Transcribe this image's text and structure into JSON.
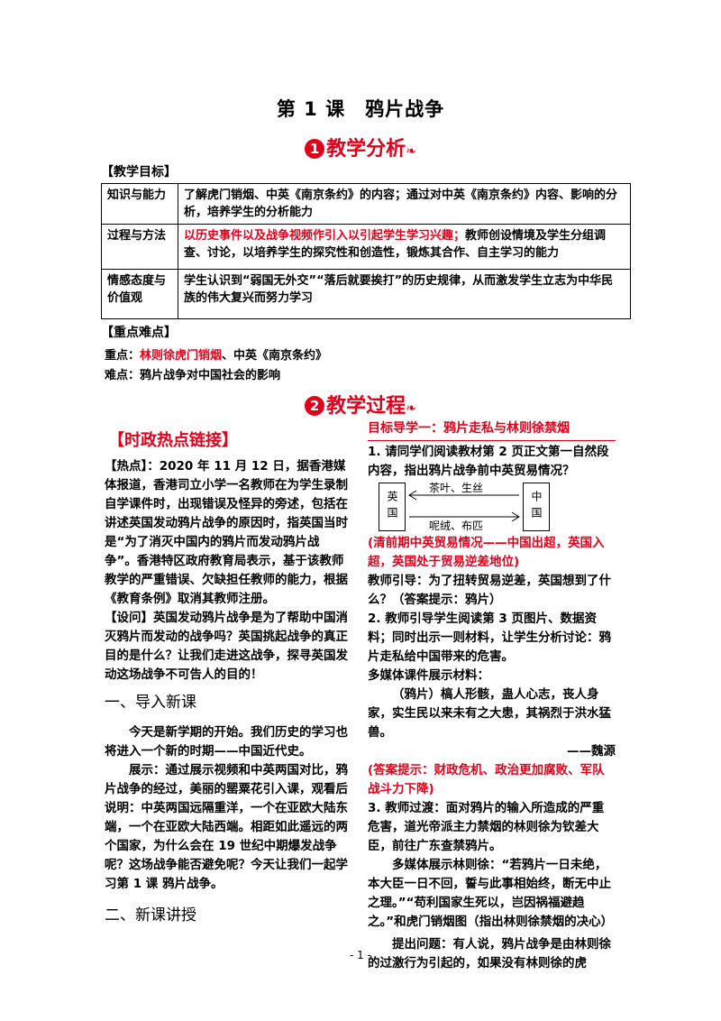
{
  "title": "第 1 课　鸦片战争",
  "section1": {
    "num": "1",
    "label": "教学分析"
  },
  "section2": {
    "num": "2",
    "label": "教学过程"
  },
  "objectives": {
    "heading": "【教学目标】",
    "rows": [
      {
        "key": "知识与能力",
        "value": "了解虎门销烟、中英《南京条约》的内容；通过对中英《南京条约》内容、影响的分析，培养学生的分析能力"
      },
      {
        "key": "过程与方法",
        "value_red": "以历史事件以及战争视频作引入以引起学生学习兴趣；",
        "value": "教师创设情境及学生分组调查、讨论，以培养学生的探究性和创造性，锻炼其合作、自主学习的能力"
      },
      {
        "key": "情感态度与价值观",
        "value": "学生认识到“弱国无外交”“落后就要挨打”的历史规律，从而激发学生立志为中华民族的伟大复兴而努力学习"
      }
    ]
  },
  "keypoints": {
    "heading": "【重点难点】",
    "key_label": "重点：",
    "key_red": "林则徐虎门销烟",
    "key_rest": "、中英《南京条约》",
    "diff_label": "难点：",
    "diff_text": "鸦片战争对中国社会的影响"
  },
  "left": {
    "hot_title": "【时政热点链接】",
    "hot_label": "【热点】",
    "hot_text": "：2020 年 11 月 12 日，据香港媒体报道，香港司立小学一名教师在为学生录制自学课件时，出现错误及怪异的旁述，包括在讲述英国发动鸦片战争的原因时，指英国当时是“为了消灭中国内的鸦片而发动鸦片战争”。香港特区政府教育局表示，基于该教师教学的严重错误、欠缺担任教师的能力，根据《教育条例》取消其教师注册。",
    "q_label": "【设问】",
    "q_text": "英国发动鸦片战争是为了帮助中国消灭鸦片而发动的战争吗？英国挑起战争的真正目的是什么？让我们走进这战争，探寻英国发动这场战争不可告人的目的！",
    "h_intro": "一、导入新课",
    "intro_p1": "今天是新学期的开始。我们历史的学习也将进入一个新的时期——中国近代史。",
    "intro_p2": "展示：通过展示视频和中英两国对比，鸦片战争的经过，美丽的罂粟花引入课，观看后说明：中英两国远隔重洋，一个在亚欧大陆东端，一个在亚欧大陆西端。相距如此遥远的两个国家，为什么会在 19 世纪中期爆发战争呢？这场战争能否避免呢？今天让我们一起学习第 1 课 鸦片战争。",
    "h_new": "二、新课讲授"
  },
  "right": {
    "goal": "目标导学一：鸦片走私与林则徐禁烟",
    "q1": "1. 请同学们阅读教材第 2 页正文第一自然段内容，指出鸦片战争前中英贸易情况？",
    "diagram": {
      "left_box": "英国",
      "right_box": "中国",
      "top_label": "茶叶、生丝",
      "bottom_label": "呢绒、布匹"
    },
    "ans1": "(清前期中英贸易情况——中国出超，英国入超，英国处于贸易逆差地位)",
    "guide1": "教师引导：为了扭转贸易逆差，英国想到了什么？（答案提示：鸦片）",
    "q2": "2. 教师引导学生阅读第 3 页图片、数据资料；同时出示一则材料，让学生分析讨论：鸦片走私给中国带来的危害。",
    "media1": "多媒体课件展示材料：",
    "quote1": "（鸦片）槁人形骸，蛊人心志，丧人身家，实生民以来未有之大患，其祸烈于洪水猛兽。",
    "quote1_src": "——魏源",
    "ans2": "(答案提示：财政危机、政治更加腐败、军队战斗力下降)",
    "q3": "3. 教师过渡：面对鸦片的输入所造成的严重危害，道光帝派主力禁烟的林则徐为钦差大臣，前往广东查禁鸦片。",
    "media2": "多媒体展示林则徐：“若鸦片一日未绝，本大臣一日不回，誓与此事相始终，断无中止之理。”“苟利国家生死以，岂因祸福避趋之。”和虎门销烟图（指出林则徐禁烟的决心）",
    "ask": "提出问题：有人说，鸦片战争是由林则徐的过激行为引起的，如果没有林则徐的虎"
  },
  "page_number": "- 1 -"
}
